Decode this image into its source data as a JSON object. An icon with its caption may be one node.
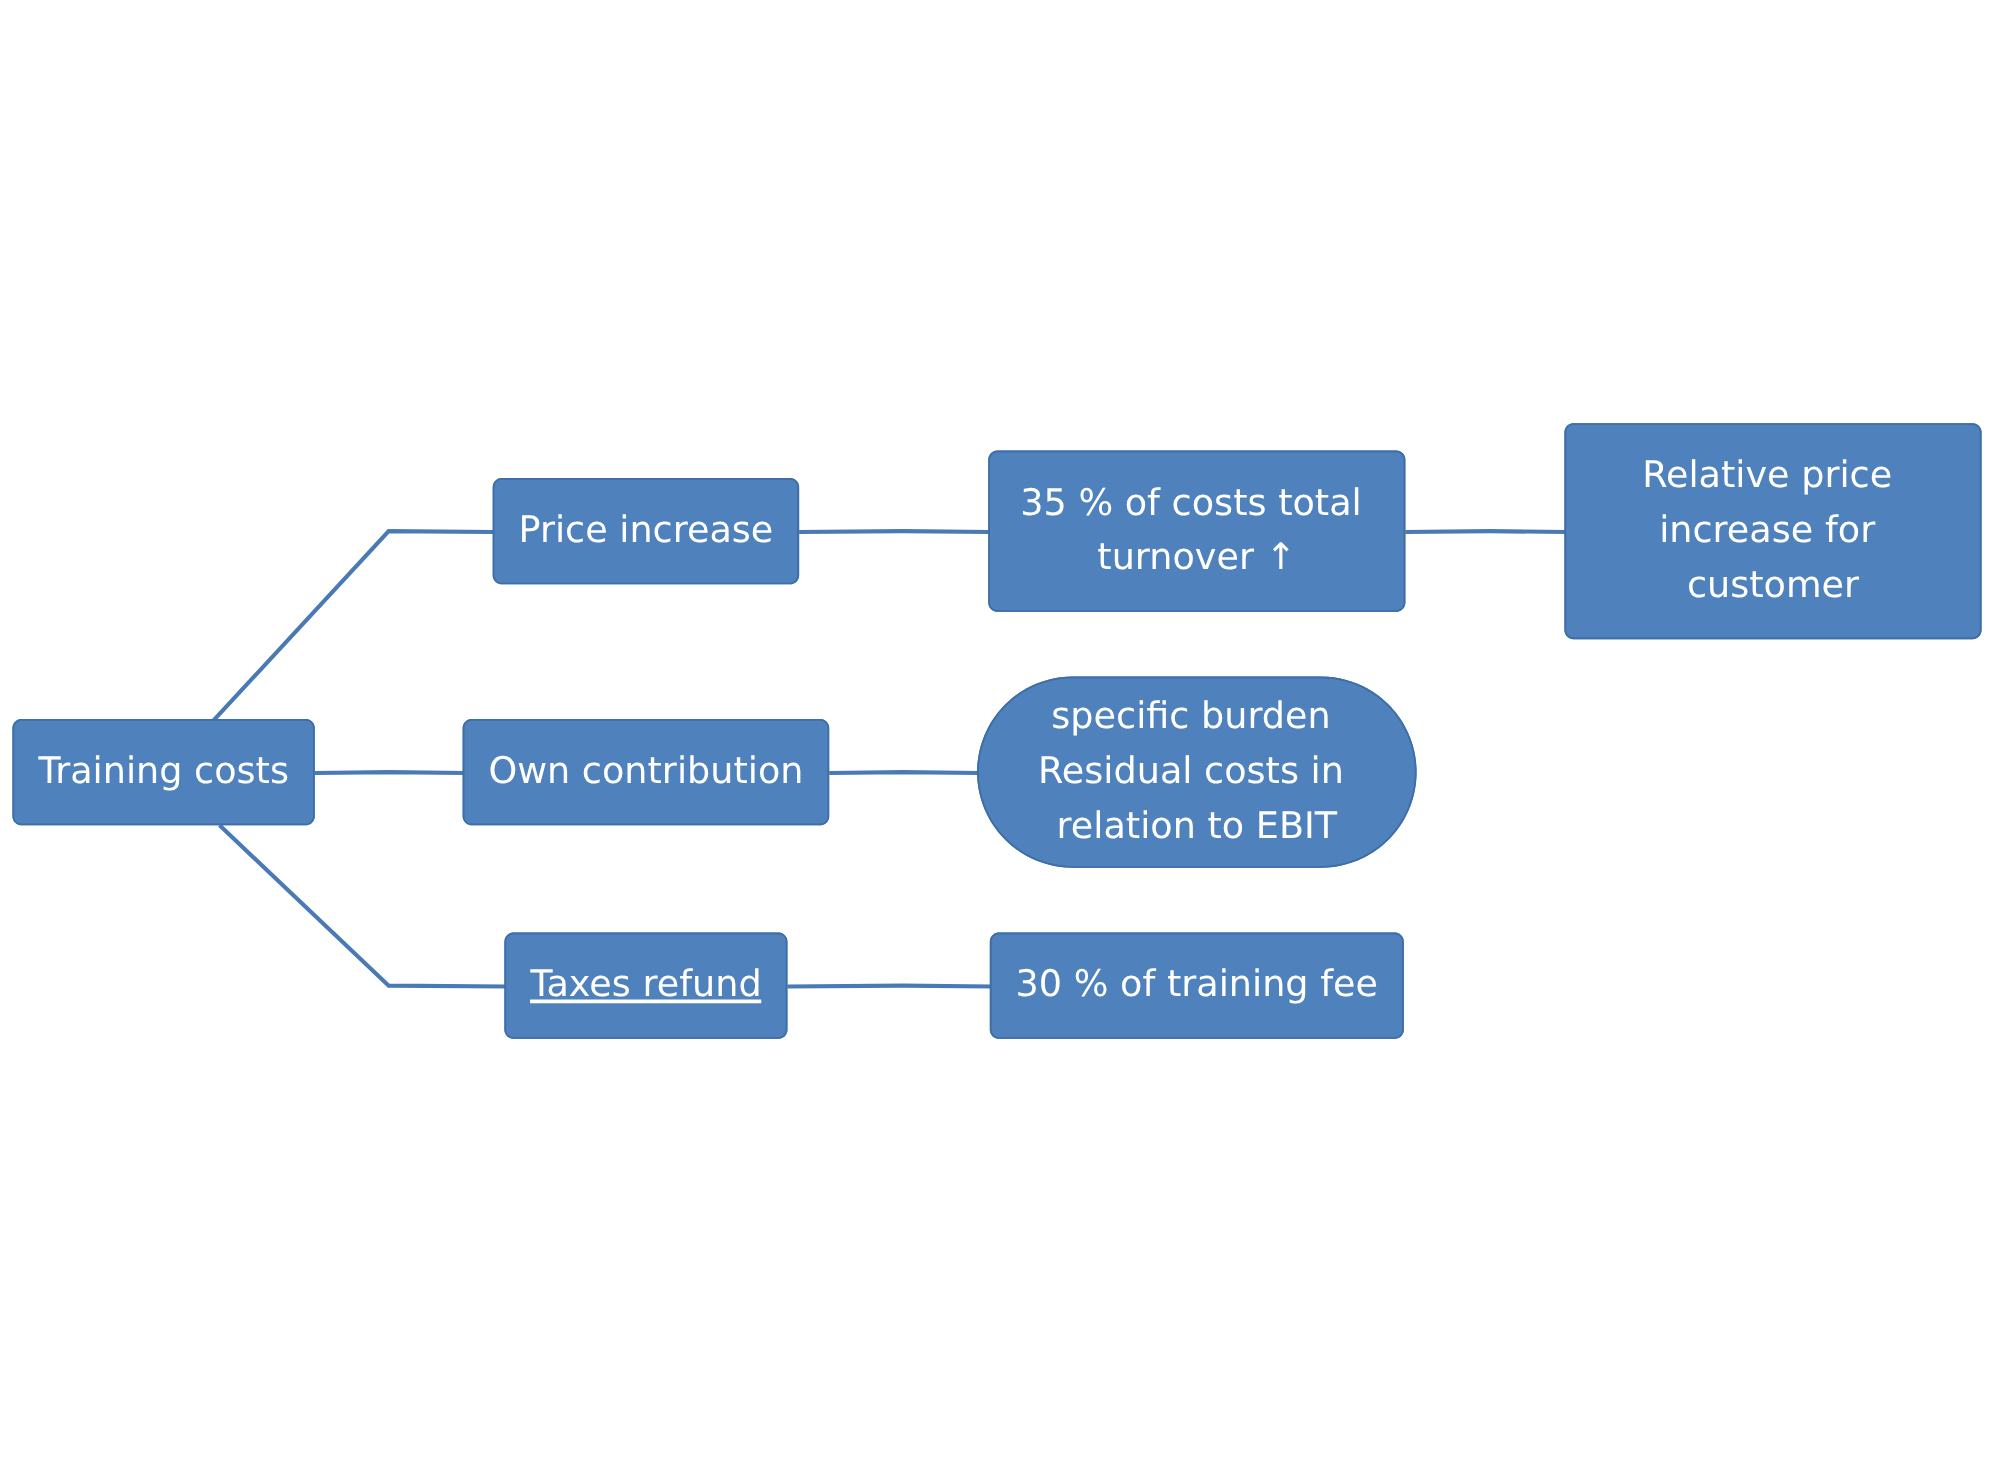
{
  "diagram": {
    "nodes": [
      {
        "text": [
          "Training costs"
        ]
      },
      {
        "text": [
          "Price increase"
        ]
      },
      {
        "text": [
          "Own contribution"
        ]
      },
      {
        "text": [
          "Taxes refund"
        ]
      },
      {
        "text": [
          "35 % of costs total turnover ↑"
        ]
      },
      {
        "text": [
          "Relative price increase for customer"
        ]
      },
      {
        "text": [
          "specific burden Residual costs in relation to EBIT"
        ]
      },
      {
        "text": [
          "30 % of training fee"
        ]
      }
    ],
    "edges": [
      {
        "from": 0,
        "to": 1,
        "arrow": "none"
      },
      {
        "from": 0,
        "to": 2,
        "arrow": "none"
      },
      {
        "from": 0,
        "to": 3,
        "arrow": "none"
      },
      {
        "from": 1,
        "to": 4,
        "arrow": "none"
      },
      {
        "from": 4,
        "to": 5,
        "arrow": "none"
      },
      {
        "from": 2,
        "to": 6,
        "arrow": "none"
      },
      {
        "from": 3,
        "to": 7,
        "arrow": "none"
      }
    ]
  }
}
